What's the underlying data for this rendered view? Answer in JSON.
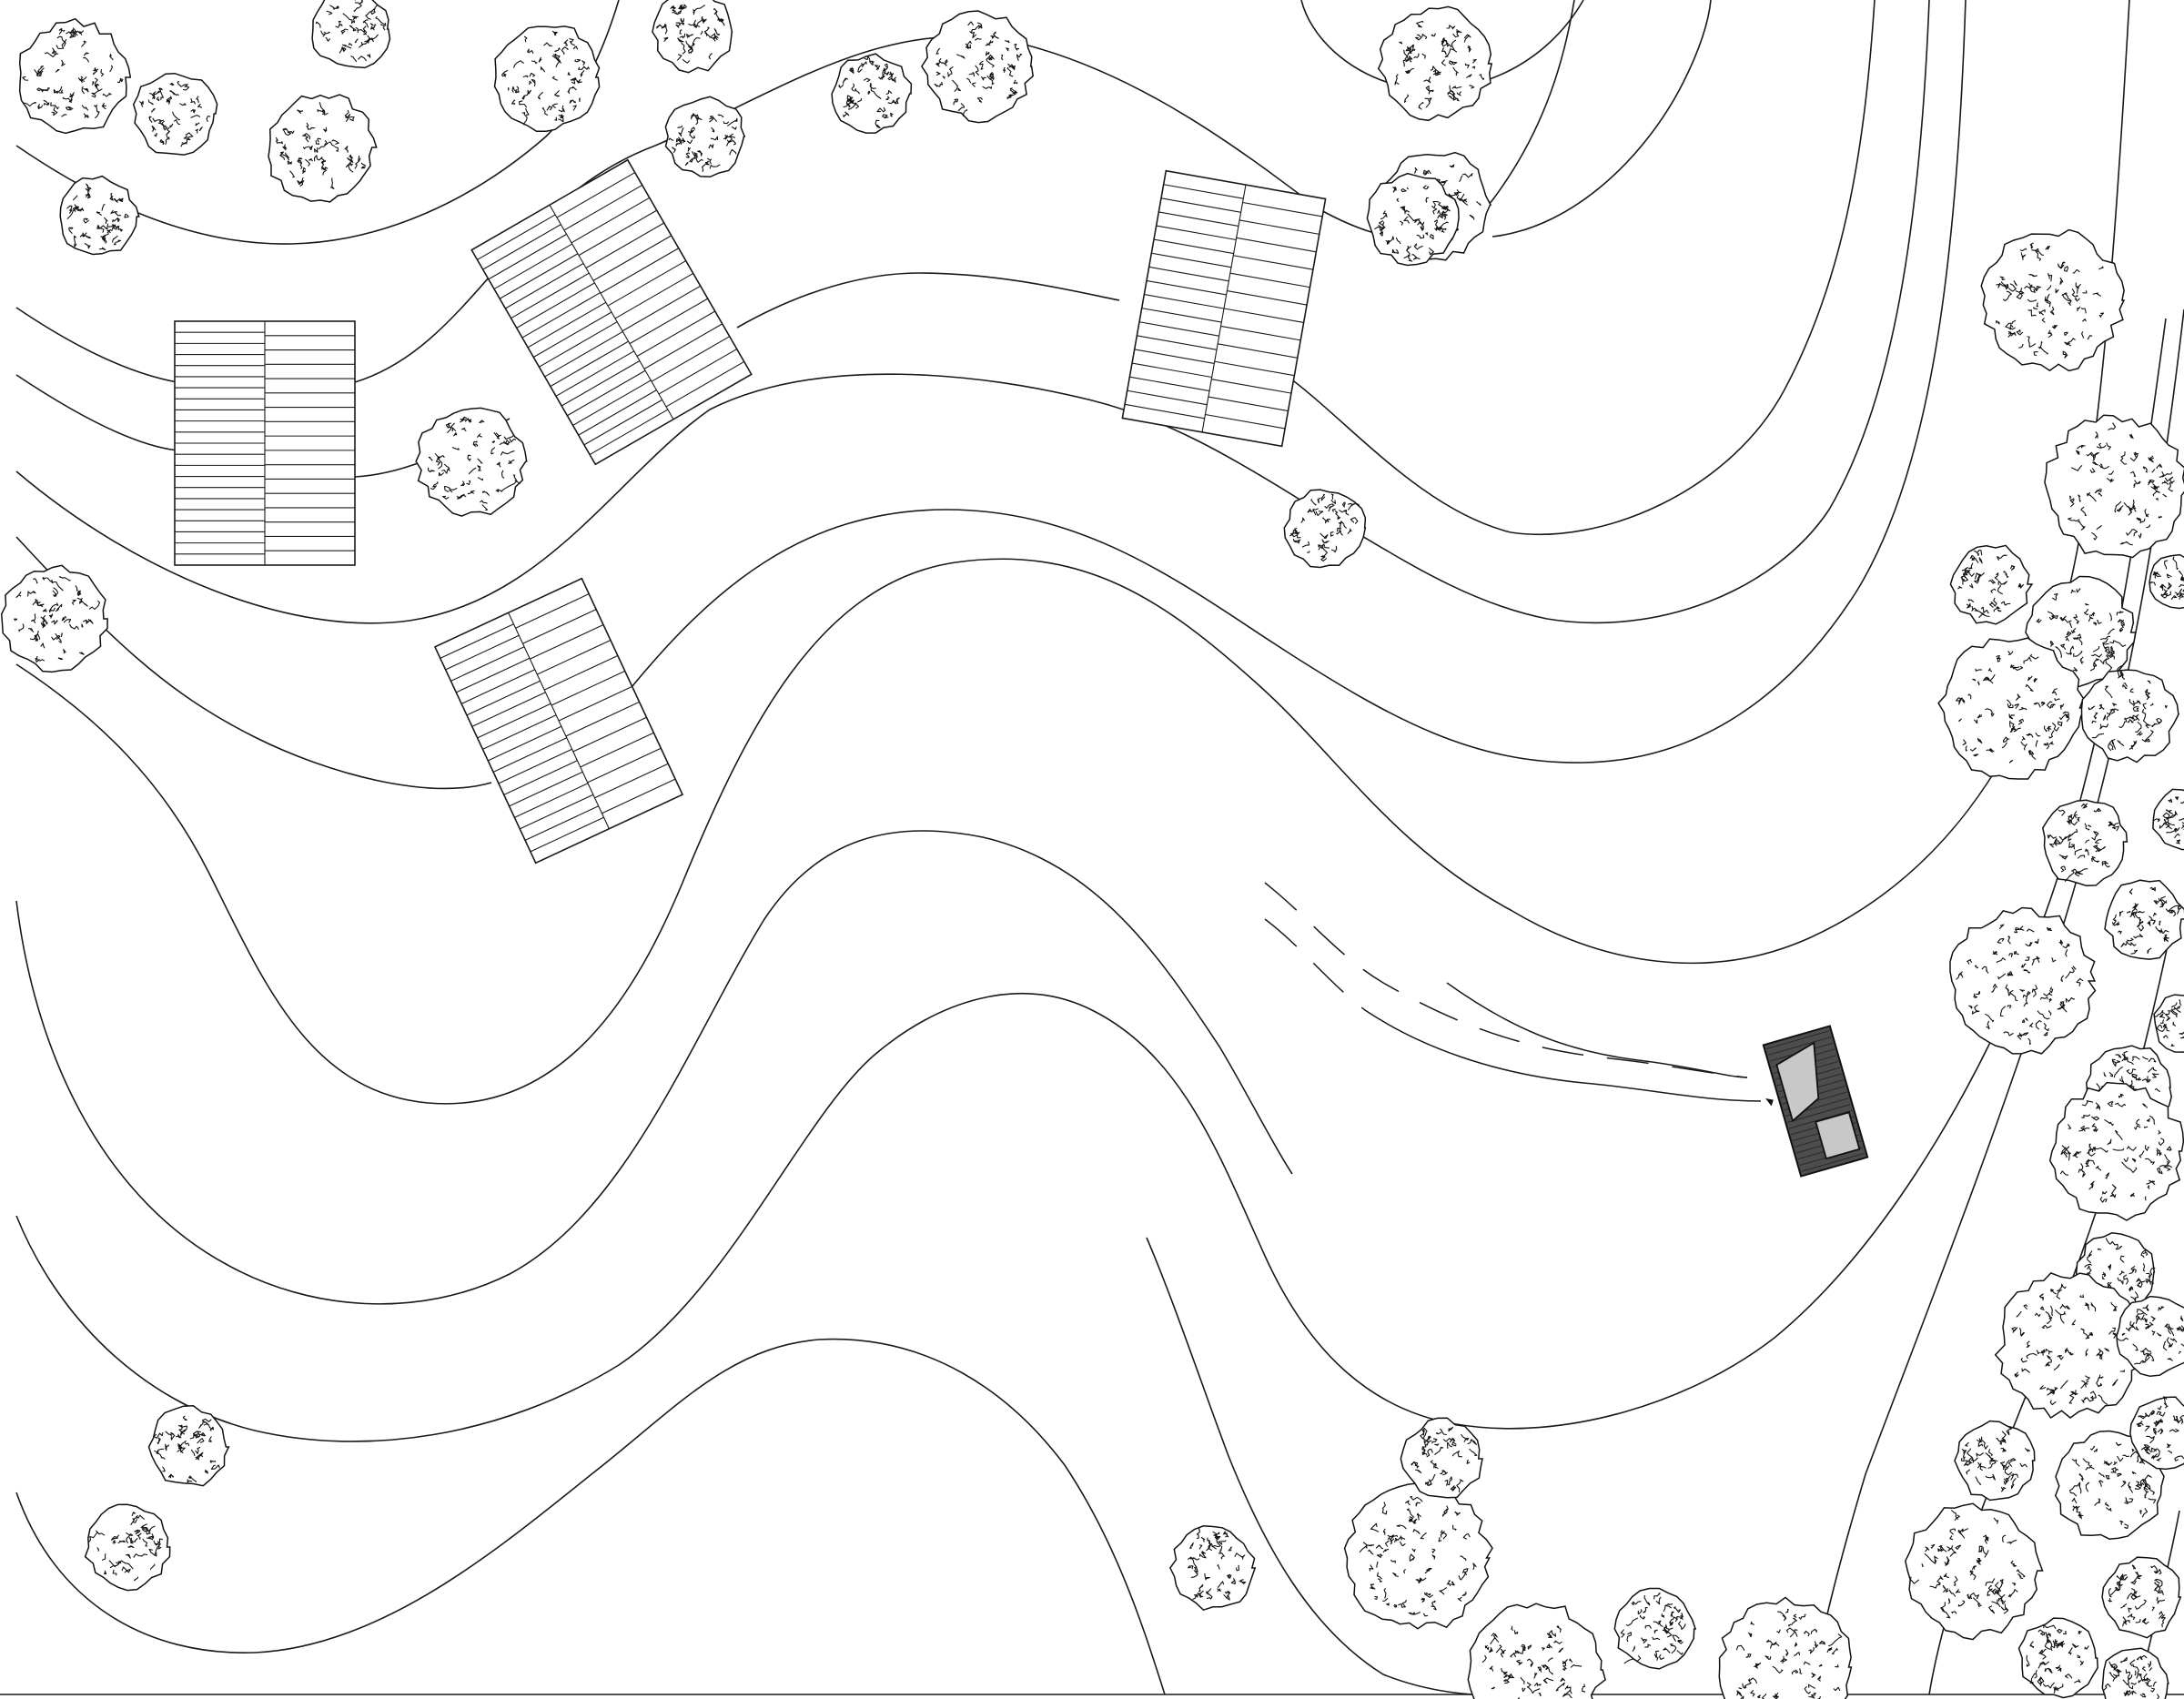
{
  "drawing": {
    "type": "landscape-site-plan",
    "background": "#ffffff",
    "ink_color": "#1a1a1a",
    "cabin_fill": "#4d4d4d",
    "cabin_panel_fill": "#c8c8c8",
    "tree_count": 48,
    "planting_bed_count": 4,
    "contour_count": 16,
    "bed_stripe_counts": [
      22,
      22,
      18,
      19
    ]
  }
}
